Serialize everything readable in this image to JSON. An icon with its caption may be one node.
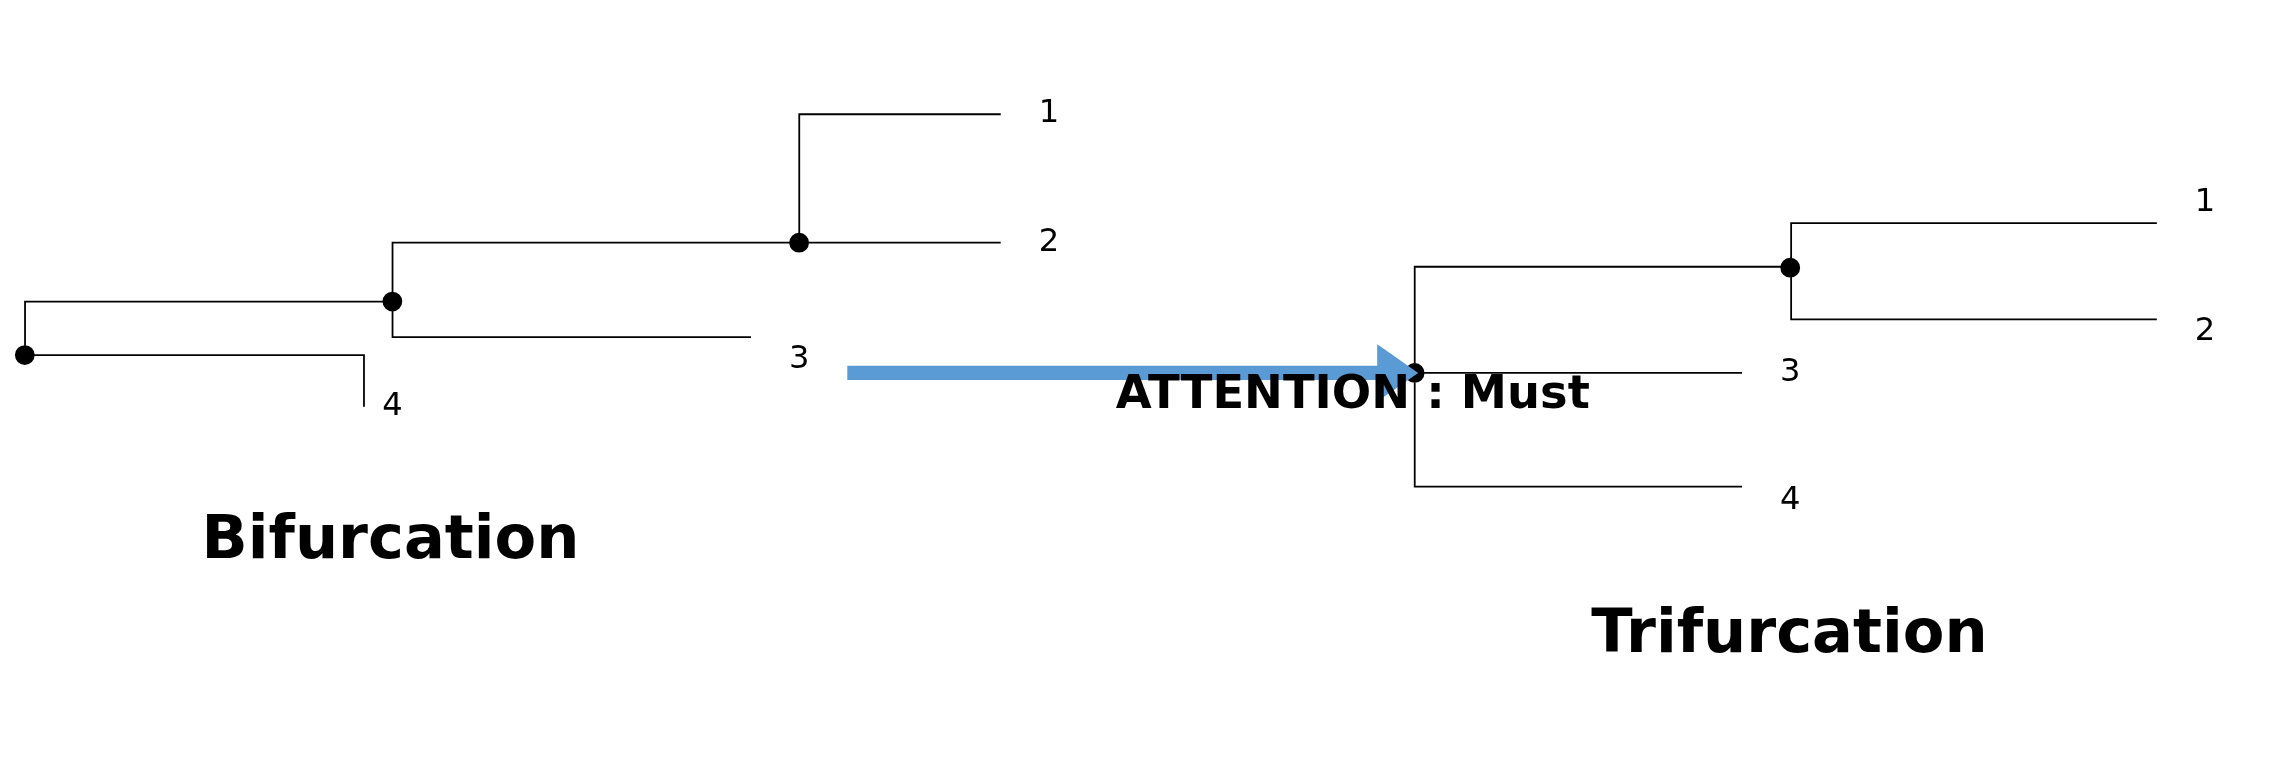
{
  "diagram": {
    "nodes": [
      {
        "text": [],
        "shape": "point"
      },
      {
        "text": [],
        "shape": "point"
      },
      {
        "text": [],
        "shape": "point"
      },
      {
        "text": [
          "1"
        ]
      },
      {
        "text": [
          "2"
        ]
      },
      {
        "text": [
          "3"
        ]
      },
      {
        "text": [
          "4"
        ]
      },
      {
        "text": [],
        "shape": "point"
      },
      {
        "text": [],
        "shape": "point"
      },
      {
        "text": [
          "1"
        ]
      },
      {
        "text": [
          "2"
        ]
      },
      {
        "text": [
          "3"
        ]
      },
      {
        "text": [
          "4"
        ]
      }
    ],
    "edges": [
      {
        "from": 0,
        "to": 1,
        "arrow": "none"
      },
      {
        "from": 0,
        "to": 6,
        "arrow": "none"
      },
      {
        "from": 1,
        "to": 2,
        "arrow": "none"
      },
      {
        "from": 1,
        "to": 5,
        "arrow": "none"
      },
      {
        "from": 2,
        "to": 3,
        "arrow": "none"
      },
      {
        "from": 2,
        "to": 4,
        "arrow": "none"
      },
      {
        "from": 7,
        "to": 8,
        "arrow": "none"
      },
      {
        "from": 7,
        "to": 11,
        "arrow": "none"
      },
      {
        "from": 7,
        "to": 12,
        "arrow": "none"
      },
      {
        "from": 8,
        "to": 9,
        "arrow": "none"
      },
      {
        "from": 8,
        "to": 10,
        "arrow": "none"
      },
      {
        "from": 5,
        "to": 7,
        "arrow": "to",
        "label": "ATTENTION : Must",
        "style": "thick",
        "color": "#5b9bd5"
      }
    ],
    "labels": [
      "Bifurcation",
      "Trifurcation"
    ]
  }
}
